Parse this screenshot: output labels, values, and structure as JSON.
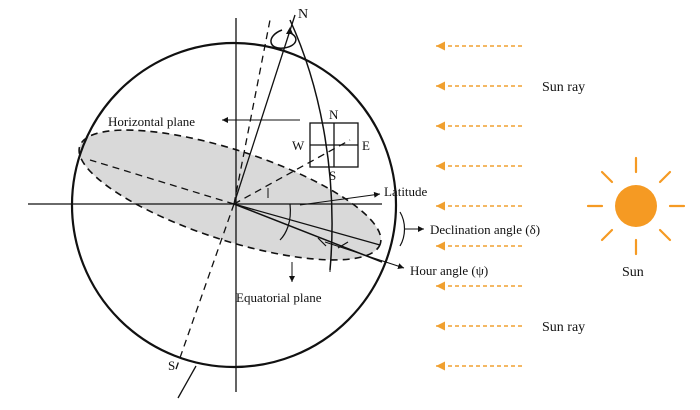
{
  "labels": {
    "north_top": "N",
    "south_bottom": "S",
    "horizontal_plane": "Horizontal plane",
    "equatorial_plane": "Equatorial plane",
    "latitude": "Latitude",
    "declination": "Declination angle (δ)",
    "hour_angle": "Hour angle (ψ)",
    "compass_n": "N",
    "compass_s": "S",
    "compass_e": "E",
    "compass_w": "W",
    "sun_ray_top": "Sun ray",
    "sun_ray_bottom": "Sun ray",
    "sun": "Sun"
  },
  "colors": {
    "plane_fill": "#d9d9d9",
    "ray": "#f0a030",
    "sun": "#f59a23",
    "line": "#111111"
  }
}
